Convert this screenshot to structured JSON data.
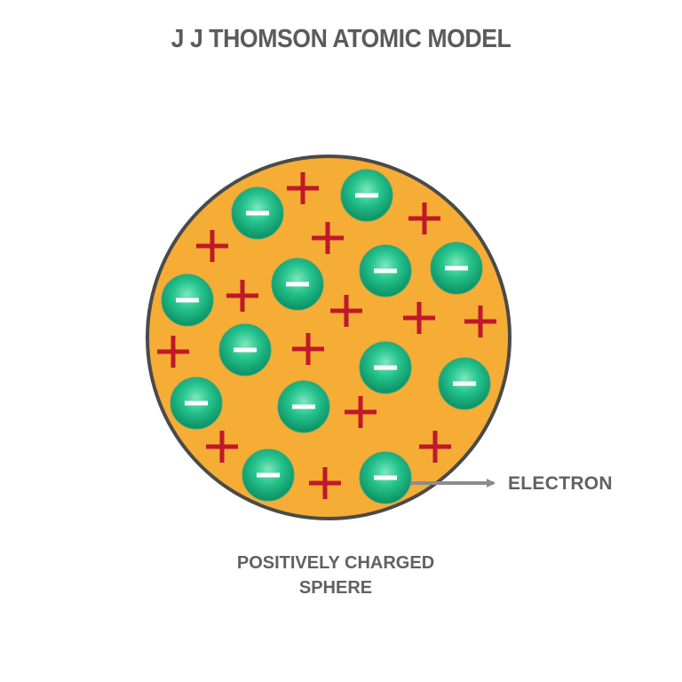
{
  "title": "J J THOMSON ATOMIC MODEL",
  "labels": {
    "electron": "ELECTRON",
    "sphere_line1": "POSITIVELY CHARGED",
    "sphere_line2": "SPHERE"
  },
  "symbols": {
    "electron_sign": "−",
    "proton_sign": "+"
  },
  "colors": {
    "sphere_fill": "#f5ad35",
    "sphere_outline": "#4a4a4a",
    "electron_fill": "#22c08a",
    "electron_dark": "#0c8f62",
    "plus_color": "#c0182a",
    "arrow_color": "#8c8c8c",
    "text_color": "#5b5b5b"
  }
}
